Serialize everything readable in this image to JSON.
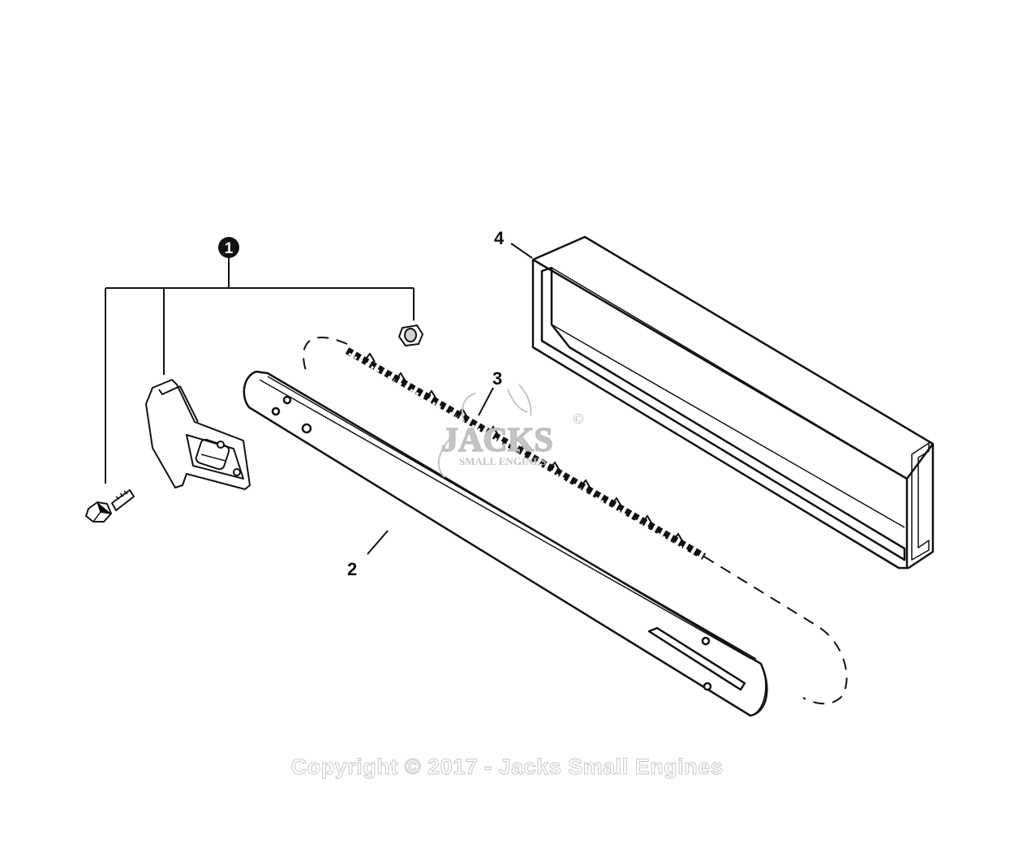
{
  "callouts": {
    "one": "1",
    "two": "2",
    "three": "3",
    "four": "4"
  },
  "watermark": {
    "logo_main": "JACKS",
    "logo_sub": "SMALL ENGINES",
    "logo_mark": "©"
  },
  "copyright": "Copyright © 2017 - Jacks Small Engines",
  "colors": {
    "line": "#111111",
    "watermark": "#c4c4c4"
  }
}
